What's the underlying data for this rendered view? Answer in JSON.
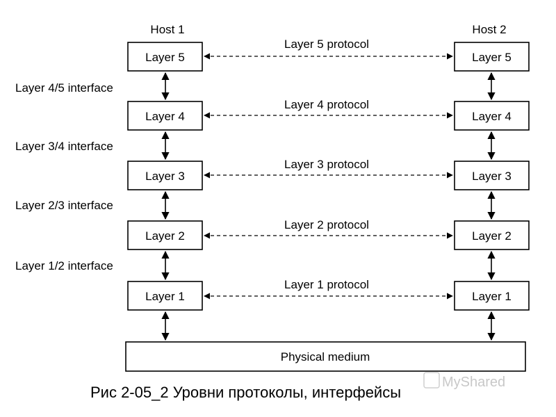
{
  "hosts": [
    "Host 1",
    "Host 2"
  ],
  "layers": [
    {
      "label": "Layer 5",
      "protocol": "Layer 5 protocol",
      "interface": "Layer 4/5 interface"
    },
    {
      "label": "Layer 4",
      "protocol": "Layer 4 protocol",
      "interface": "Layer 3/4 interface"
    },
    {
      "label": "Layer 3",
      "protocol": "Layer 3 protocol",
      "interface": "Layer 2/3 interface"
    },
    {
      "label": "Layer 2",
      "protocol": "Layer 2 protocol",
      "interface": "Layer 1/2 interface"
    },
    {
      "label": "Layer 1",
      "protocol": "Layer 1 protocol",
      "interface": ""
    }
  ],
  "medium": "Physical medium",
  "caption": "Рис 2-05_2 Уровни протоколы, интерфейсы",
  "watermark": "MyShared"
}
